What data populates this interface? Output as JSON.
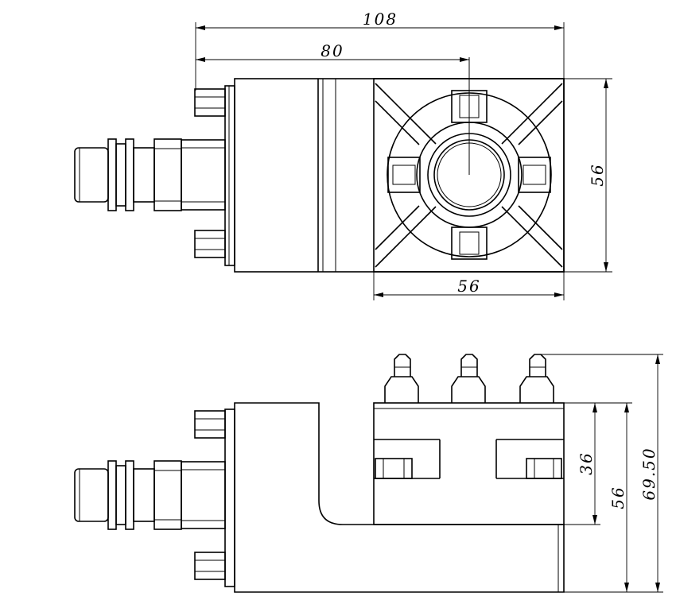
{
  "dimensions": {
    "top_overall_length": "108",
    "top_center_distance": "80",
    "top_body_height": "56",
    "top_body_width": "56",
    "side_slot_height": "36",
    "side_body_height": "56",
    "side_total_height": "69.50"
  },
  "colors": {
    "line": "#000000",
    "background": "#ffffff"
  }
}
